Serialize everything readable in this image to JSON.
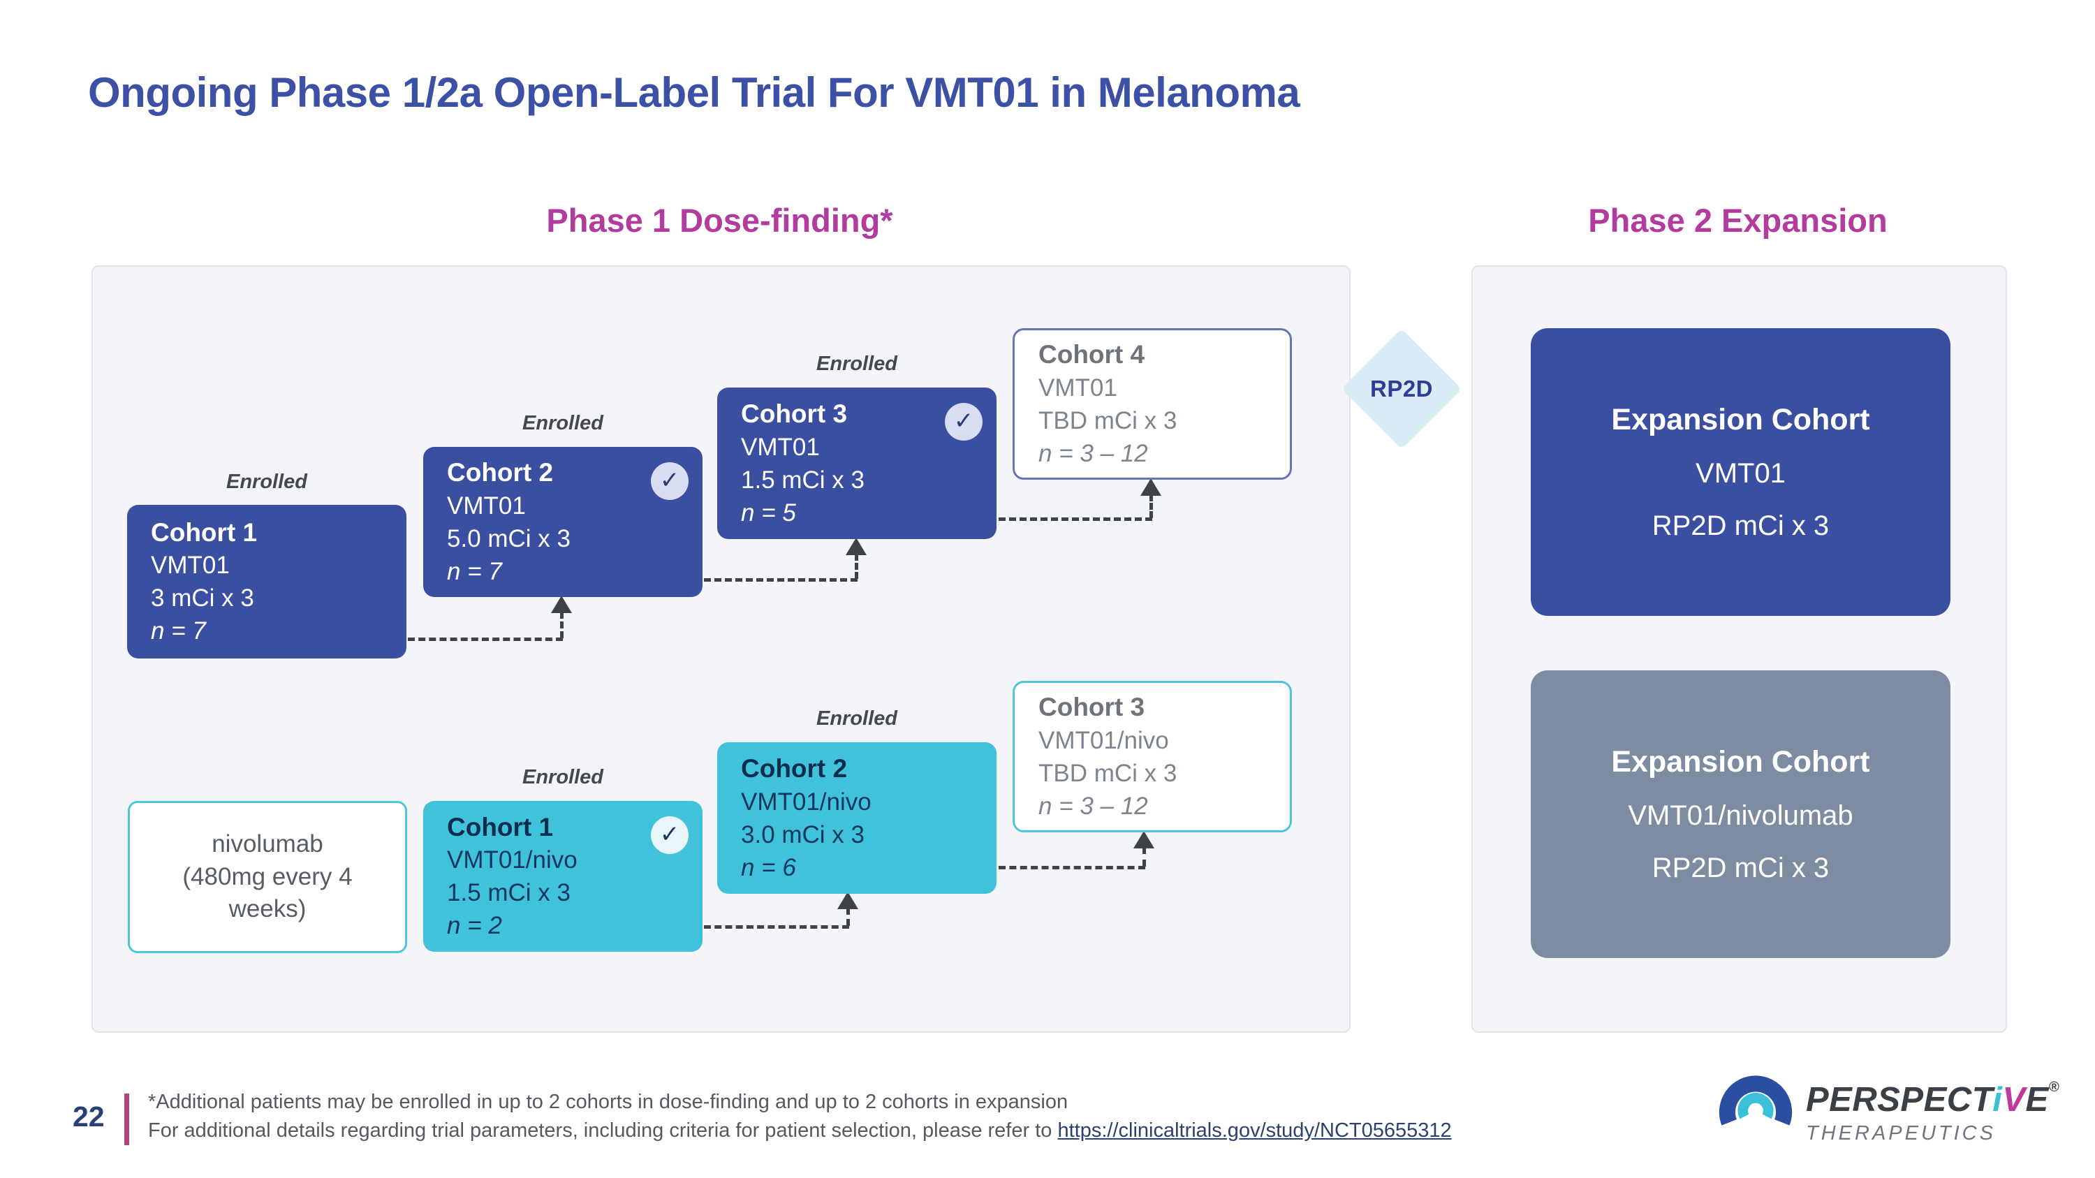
{
  "slide": {
    "title": "Ongoing Phase 1/2a Open-Label Trial For VMT01 in Melanoma"
  },
  "icons": {
    "check": "✓"
  },
  "rp2d_label": "RP2D",
  "phase1": {
    "header": "Phase 1 Dose-finding*",
    "mono_cohorts": [
      {
        "name": "Cohort 1",
        "agent": "VMT01",
        "dose": "3 mCi x 3",
        "n": "n = 7",
        "status": "Enrolled"
      },
      {
        "name": "Cohort 2",
        "agent": "VMT01",
        "dose": "5.0 mCi x 3",
        "n": "n = 7",
        "status": "Enrolled"
      },
      {
        "name": "Cohort 3",
        "agent": "VMT01",
        "dose": "1.5 mCi x 3",
        "n": "n = 5",
        "status": "Enrolled"
      },
      {
        "name": "Cohort 4",
        "agent": "VMT01",
        "dose": "TBD mCi x 3",
        "n": "n = 3 – 12"
      }
    ],
    "combo_backbone": {
      "drug": "nivolumab",
      "schedule": "(480mg every 4 weeks)"
    },
    "combo_cohorts": [
      {
        "name": "Cohort 1",
        "agent": "VMT01/nivo",
        "dose": "1.5 mCi x 3",
        "n": "n = 2",
        "status": "Enrolled"
      },
      {
        "name": "Cohort 2",
        "agent": "VMT01/nivo",
        "dose": "3.0 mCi x 3",
        "n": "n = 6",
        "status": "Enrolled"
      },
      {
        "name": "Cohort 3",
        "agent": "VMT01/nivo",
        "dose": "TBD mCi x 3",
        "n": "n = 3 – 12"
      }
    ]
  },
  "phase2": {
    "header": "Phase 2 Expansion",
    "expansion_cohorts": [
      {
        "title": "Expansion Cohort",
        "agent": "VMT01",
        "dose": "RP2D mCi x 3"
      },
      {
        "title": "Expansion Cohort",
        "agent": "VMT01/nivolumab",
        "dose": "RP2D mCi x 3"
      }
    ]
  },
  "footer": {
    "page_number": "22",
    "footnote1": "*Additional patients may be enrolled in up to 2 cohorts in dose-finding and up to 2 cohorts in expansion",
    "footnote2_prefix": "For additional details regarding trial parameters, including criteria for patient selection, please refer to ",
    "footnote2_link": "https://clinicaltrials.gov/study/NCT05655312"
  },
  "logo": {
    "word_main_1": "PERSPECT",
    "word_i": "i",
    "word_v": "V",
    "word_main_2": "E",
    "registered_mark": "®",
    "sub": "THERAPEUTICS"
  },
  "colors": {
    "primary_blue": "#3B4FA1",
    "teal": "#41C2DB",
    "magenta_header": "#B13C9E",
    "slate_gray_box": "#7E8CA2",
    "diamond_blue": "#D9EBF4",
    "link_navy": "#2C4170",
    "footer_bar_magenta": "#B2437E"
  }
}
